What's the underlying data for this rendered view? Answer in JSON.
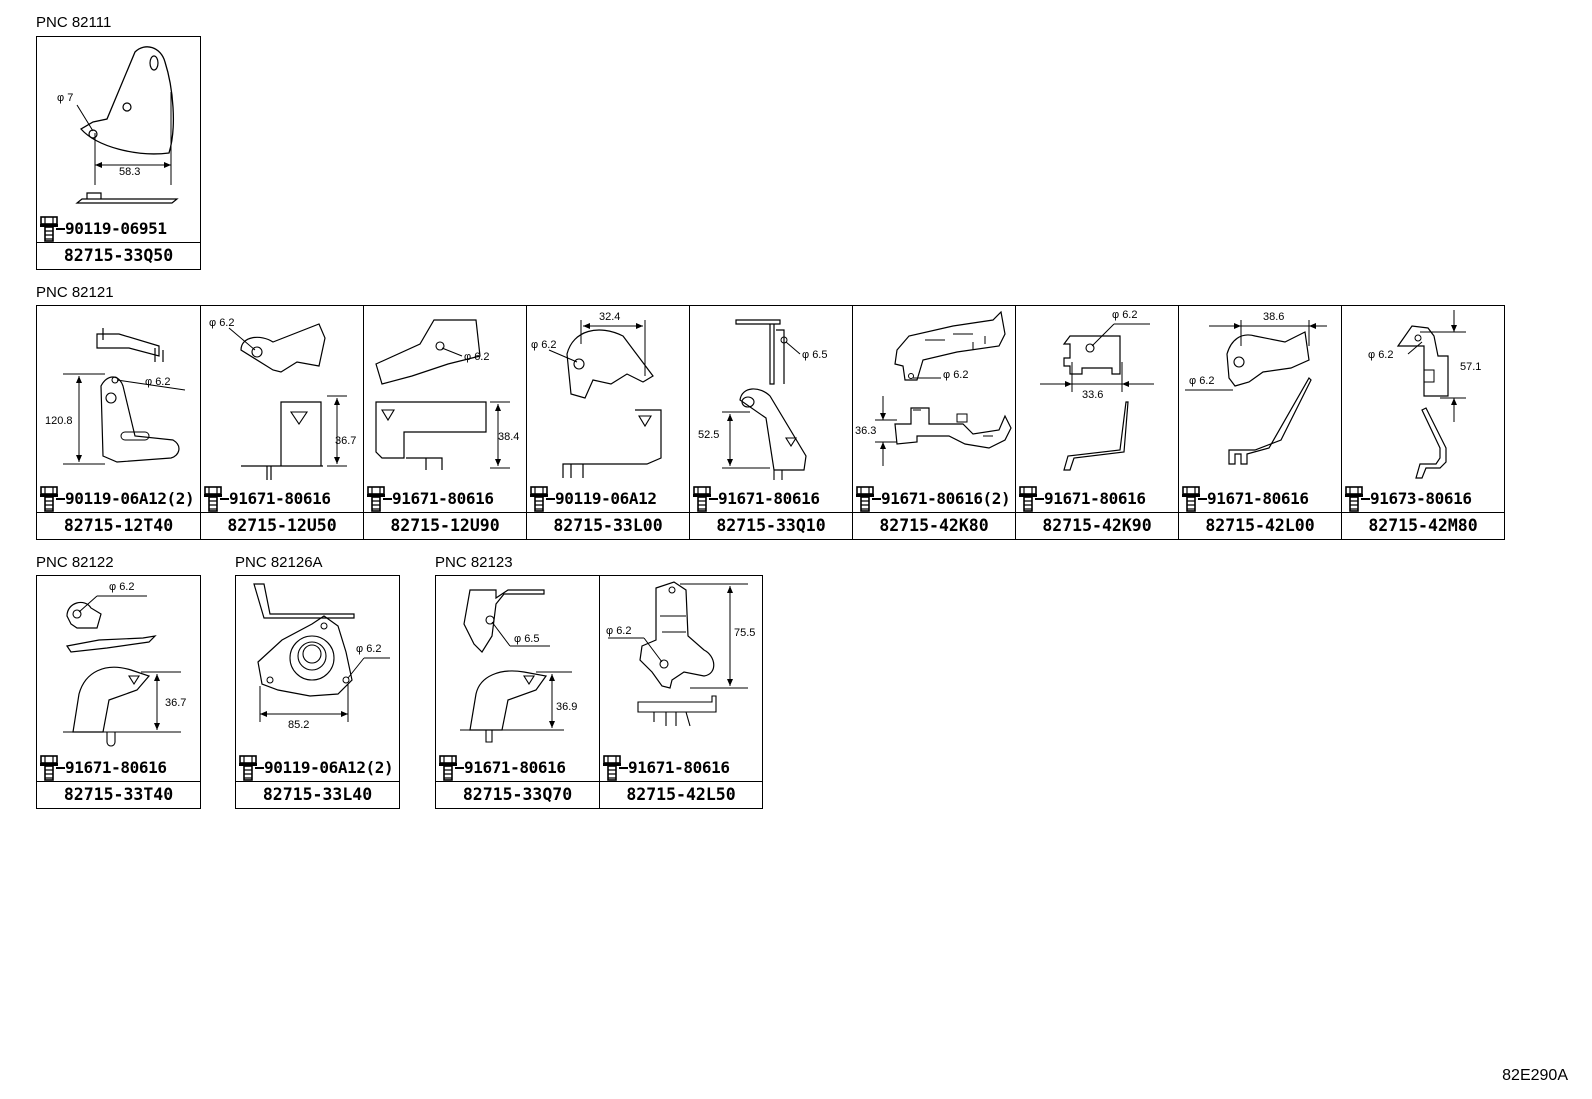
{
  "groups": [
    {
      "pnc": "PNC 82111",
      "parts": [
        {
          "part_no": "82715-33Q50",
          "bolt": "90119-06951",
          "dims": [
            "φ 7",
            "58.3"
          ]
        }
      ]
    },
    {
      "pnc": "PNC 82121",
      "parts": [
        {
          "part_no": "82715-12T40",
          "bolt": "90119-06A12(2)",
          "dims": [
            "φ 6.2",
            "120.8"
          ]
        },
        {
          "part_no": "82715-12U50",
          "bolt": "91671-80616",
          "dims": [
            "φ 6.2",
            "36.7"
          ]
        },
        {
          "part_no": "82715-12U90",
          "bolt": "91671-80616",
          "dims": [
            "φ 6.2",
            "38.4"
          ]
        },
        {
          "part_no": "82715-33L00",
          "bolt": "90119-06A12",
          "dims": [
            "φ 6.2",
            "32.4"
          ]
        },
        {
          "part_no": "82715-33Q10",
          "bolt": "91671-80616",
          "dims": [
            "φ 6.5",
            "52.5"
          ]
        },
        {
          "part_no": "82715-42K80",
          "bolt": "91671-80616(2)",
          "dims": [
            "φ 6.2",
            "36.3"
          ]
        },
        {
          "part_no": "82715-42K90",
          "bolt": "91671-80616",
          "dims": [
            "φ 6.2",
            "33.6"
          ]
        },
        {
          "part_no": "82715-42L00",
          "bolt": "91671-80616",
          "dims": [
            "φ 6.2",
            "38.6"
          ]
        },
        {
          "part_no": "82715-42M80",
          "bolt": "91673-80616",
          "dims": [
            "φ 6.2",
            "57.1"
          ]
        }
      ]
    },
    {
      "pnc": "PNC 82122",
      "parts": [
        {
          "part_no": "82715-33T40",
          "bolt": "91671-80616",
          "dims": [
            "φ 6.2",
            "36.7"
          ]
        }
      ]
    },
    {
      "pnc": "PNC 82126A",
      "parts": [
        {
          "part_no": "82715-33L40",
          "bolt": "90119-06A12(2)",
          "dims": [
            "φ 6.2",
            "85.2"
          ]
        }
      ]
    },
    {
      "pnc": "PNC 82123",
      "parts": [
        {
          "part_no": "82715-33Q70",
          "bolt": "91671-80616",
          "dims": [
            "φ 6.5",
            "36.9"
          ]
        },
        {
          "part_no": "82715-42L50",
          "bolt": "91671-80616",
          "dims": [
            "φ 6.2",
            "75.5"
          ]
        }
      ]
    }
  ],
  "figure_code": "82E290A"
}
